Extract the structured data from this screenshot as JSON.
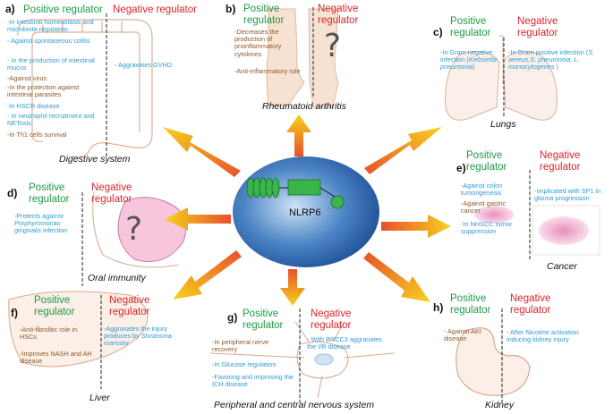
{
  "center": {
    "label": "NLRP6"
  },
  "colors": {
    "positive": "#1e9a45",
    "negative": "#d9262c",
    "blue_text": "#2f9bd6",
    "brown_text": "#8b5a2b"
  },
  "panels": {
    "a": {
      "letter": "a)",
      "positive": "Positive regulator",
      "negative": "Negative regulator",
      "pos_items": [
        "-In intestinal homeostasis and microbiota regulation",
        "- Against spontaneous colitis",
        "- In the production of intestinal mucus",
        "-Against virus",
        "-In the protection against intestinal parasites",
        "-In HSCR disease",
        "- In neutrophil recruitment and NETosis",
        "-In Th1 cells survival"
      ],
      "neg_items": [
        "- Aggravates GVHD"
      ],
      "caption": "Digestive system"
    },
    "b": {
      "letter": "b)",
      "positive": "Positive regulator",
      "negative": "Negative regulator",
      "pos_items": [
        "-Decreases the production of proinflammatory cytokines",
        "-Anti-inflammatory role"
      ],
      "question": "?",
      "caption": "Rheumatoid arthritis"
    },
    "c": {
      "letter": "c)",
      "positive": "Positive regulator",
      "negative": "Negative regulator",
      "pos_a": "-In  Gram negative infection (",
      "pos_b": "Klebsiella pneumonia",
      "pos_c": ")",
      "neg_a": "-In  Gram positive  infection (",
      "neg_b": "S. aereus,S. pneumonia, L. monocytogenes",
      "neg_c": " )",
      "caption": "Lungs"
    },
    "d": {
      "letter": "d)",
      "positive": "Positive regulator",
      "negative": "Negative regulator",
      "pos_a": "-Protects against ",
      "pos_b": "Porphyromonas gingivalis",
      "pos_c": " infection",
      "question": "?",
      "caption": "Oral immunity"
    },
    "e": {
      "letter": "e)",
      "positive": "Positive regulator",
      "negative": "Negative regulator",
      "pos_items": [
        "-Against colon tumorigenesis",
        "-Against gastric cancer",
        "-In NHSCC tumor suppression"
      ],
      "neg_items": [
        "-Implicated with SP1 in glioma progression"
      ],
      "caption": "Cancer"
    },
    "f": {
      "letter": "f)",
      "positive": "Positive regulator",
      "negative": "Negative regulator",
      "pos_items": [
        "-Anti-fibrolitic role in HSCs",
        "-Improves NASH and AH disease"
      ],
      "neg_a": "-Aggravates the injury produces by ",
      "neg_b": "Shistosma mansoni",
      "caption": "Liver"
    },
    "g": {
      "letter": "g)",
      "positive": "Positive regulator",
      "negative": "Negative regulator",
      "pos_items": [
        "-In peripheral nerve recovery",
        "-In Glucose regulation",
        "-Favoring and improving the ICH disease"
      ],
      "neg_items": [
        "- With BRCC3 aggravates the I/R disease"
      ],
      "caption": "Peripheral and central nervous system"
    },
    "h": {
      "letter": "h)",
      "positive": "Positive regulator",
      "negative": "Negative regulator",
      "pos_items": [
        "- Against AKI disease"
      ],
      "neg_items": [
        "- After Nicotine activation inducing kidney injury"
      ],
      "caption": "Kidney"
    }
  }
}
